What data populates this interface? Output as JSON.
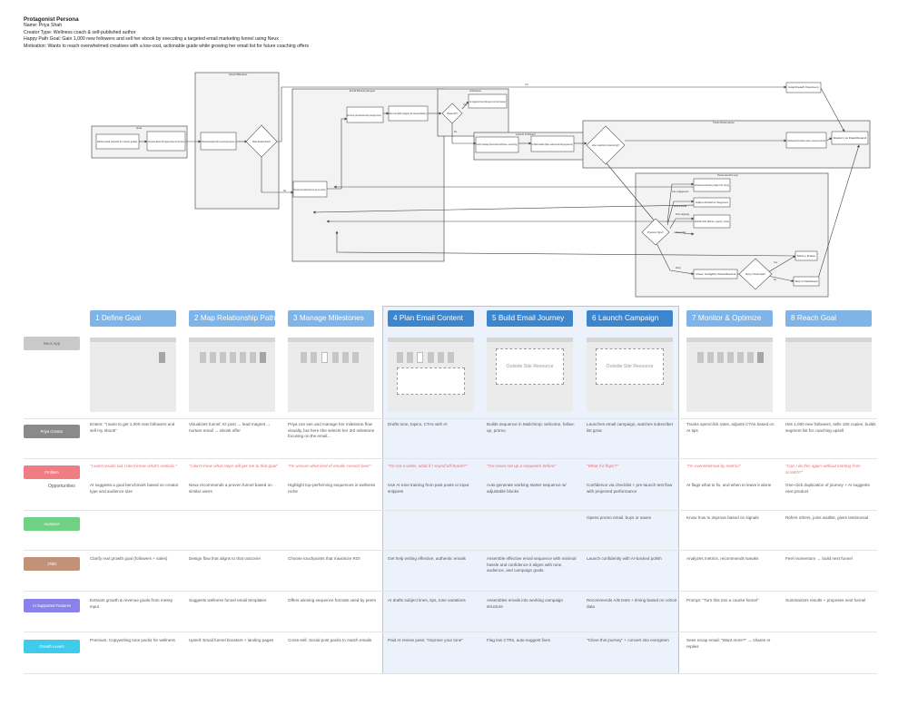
{
  "persona": {
    "title": "Protagonist Persona",
    "name": "Name: Priya Shah",
    "creator_type": "Creator Type: Wellness coach & self-published author",
    "goal": "Happy Path Goal: Gain 1,000 new followers and sell her ebook by executing a targeted email marketing funnel using Neux",
    "motivation": "Motivation: Wants to reach overwhelmed creatives with a low-cost, actionable guide while growing her email list for future coaching offers"
  },
  "flow": {
    "groups": [
      "Goal",
      "Smart Milestone",
      "Email Planning Engine",
      "AI Review",
      "Launch & Monitor",
      "Track Performance",
      "Post-Launch Loop"
    ],
    "nodes": [
      "Define Goal (Growth & nurture goals)",
      "Auto-generate Milestone Path (Suggest milestone from prior funnel)",
      "Choose Email Campaign (Offers top-performing sequences)",
      "Start Email Flows?",
      "Build Journey (Auto assemble working campaign structure)",
      "Run AI Edit (Apply AI-tone/clarity)",
      "Pass AI?",
      "AI suggests fixes (Review & correct issues)",
      "Plan Email Content (Drafts subject lines, tips, tone variations)",
      "Launch Campaign (Recommends A/B tests + send timing)",
      "AI Optimization (Flags underperforming segments)",
      "Are metrics improving?",
      "Goal Reached (Summarizes results + proposes next funnel)",
      "Return to Dashboard",
      "Goal Reach Recovery",
      "AI Recommends Retry (Adjust CTA, timing)",
      "Adjust Audience Segment",
      "Rethink Offer (Bonus, urgency, niche)",
      "Preview Type?",
      "Retry Pass",
      "View Insights Dashboard",
      "Retry or final break?",
      "Skip to Dashboard"
    ],
    "edge_labels": [
      "Yes",
      "No",
      "Yes",
      "No",
      "Low engagement",
      "Drop in clicks",
      "Poor targeting",
      "Weak offer",
      "Retry",
      "Yes",
      "No"
    ]
  },
  "stages": [
    {
      "label": "1 Define Goal",
      "style": "light"
    },
    {
      "label": "2 Map Relationship Path",
      "style": "light"
    },
    {
      "label": "3 Manage Milestones",
      "style": "light"
    },
    {
      "label": "4 Plan Email Content",
      "style": "dark"
    },
    {
      "label": "5 Build Email Journey",
      "style": "dark"
    },
    {
      "label": "6 Launch Campaign",
      "style": "dark"
    },
    {
      "label": "7 Monitor & Optimize",
      "style": "light"
    },
    {
      "label": "8 Reach Goal",
      "style": "light"
    }
  ],
  "rows": [
    {
      "label": "Neux App",
      "color": "#c9c9c9",
      "text_color": "#666666"
    },
    {
      "label": "Priya Creator",
      "color": "#8a8a8a",
      "text_color": "#ffffff"
    },
    {
      "label": "Problem",
      "color": "#f07d83",
      "text_color": "#ffffff"
    },
    {
      "label": "Audience",
      "color": "#6fd183",
      "text_color": "#ffffff"
    },
    {
      "label": "JTBD",
      "color": "#c39178",
      "text_color": "#ffffff"
    },
    {
      "label": "AI Supported Features",
      "color": "#8a82ea",
      "text_color": "#ffffff"
    },
    {
      "label": "Growth Levers",
      "color": "#3fcbec",
      "text_color": "#ffffff"
    }
  ],
  "opportunities_label": "Opportunities",
  "mock": {
    "outside_label": "Outside Site Resource"
  },
  "cells": {
    "priya": [
      "Enters: \"I want to get 1,000 new followers and sell my ebook\"",
      "Visualizes funnel: IG post → lead magnet → nurture email → ebook offer",
      "Priya can see and manage her milestone flow visually, but here she selects her 3rd milestone focusing on the email...",
      "Drafts tone, topics, CTAs with AI",
      "Builds sequence in Mailchimp: welcome, follow-up, promo",
      "Launches email campaign, watches subscriber list grow",
      "Tracks open/click rates, adjusts CTAs based on AI tips",
      "Hits 1,000 new followers, sells 150 copies, builds segment list for coaching upsell"
    ],
    "problem": [
      "\"I want results but I don't know what's realistic.\"",
      "\"I don't know what steps will get me to that goal\"",
      "\"I'm unsure what kind of emails convert best\"",
      "\"I'm not a writer, what if I sound off-brand?\"",
      "\"I've never set up a sequence before\"",
      "\"What if it flops?\"",
      "\"I'm overwhelmed by metrics\"",
      "\"Can I do this again without starting from scratch?\""
    ],
    "opportunities": [
      "AI suggests a goal benchmark based on creator type and audience size",
      "Neux recommends a proven funnel based on similar users",
      "Highlight top-performing sequences in wellness niche",
      "Use AI tone training from past posts or input snippets",
      "Auto-generate working starter sequence w/ adjustable blocks",
      "Confidence via checklist + pre-launch test flow with projected performance",
      "AI flags what to fix, and when to leave it alone",
      "One-click duplication of journey + AI suggests next product"
    ],
    "audience": [
      "",
      "",
      "",
      "",
      "",
      "Opens promo email, buys or saves",
      "Know how to improve based on signals",
      "Refers others, joins waitlist, gives testimonial"
    ],
    "jtbd": [
      "Clarify real growth goal (followers + sales)",
      "Design flow that aligns to that outcome",
      "Choose touchpoints that maximize ROI",
      "Get help writing effective, authentic emails",
      "Assemble effective email sequence with minimal hassle and confidence it aligns with tone, audience, and campaign goals.",
      "Launch confidently with AI-backed polish",
      "Analyzes metrics, recommends tweaks",
      "Feel momentum → build next funnel"
    ],
    "ai": [
      "Extracts growth & revenue goals from messy input",
      "Suggests wellness funnel email templates",
      "Offers winning sequence formats used by peers",
      "AI drafts subject lines, tips, tone variations",
      "Assembles emails into working campaign structure",
      "Recommends A/B tests + timing based on cohort data",
      "Prompt: \"Turn this into a course funnel\"",
      "Summarizes results + proposes next funnel"
    ],
    "growth": [
      "Premium: Copywriting tone packs for wellness",
      "Upsell: Email funnel boosters + landing pages",
      "Cross-sell: Social post packs to match emails",
      "Paid AI review pass: \"Improve your tone\"",
      "Flag low CTRs, auto-suggest fixes",
      "\"Clone this journey\" + convert into evergreen",
      "Sees recap email: \"Want more?\" → shares or replies",
      ""
    ]
  }
}
